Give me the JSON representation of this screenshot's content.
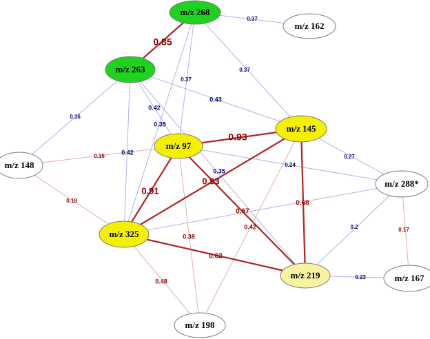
{
  "colors": {
    "green": "#1ed21e",
    "yellow": "#f5f000",
    "light_yellow": "#f8f3a0",
    "white": "#ffffff",
    "strong_edge": "#b22222",
    "weak_red_edge": "#e6a3a3",
    "weak_blue_edge": "#a9a9e6",
    "red_label": "#8b0000",
    "blue_label": "#000080"
  },
  "nodes": [
    {
      "id": "n268",
      "label": "m/z 268",
      "fill": "green"
    },
    {
      "id": "n162",
      "label": "m/z 162",
      "fill": "white"
    },
    {
      "id": "n263",
      "label": "m/z 263",
      "fill": "green"
    },
    {
      "id": "n145",
      "label": "m/z 145",
      "fill": "yellow"
    },
    {
      "id": "n97",
      "label": "m/z 97",
      "fill": "yellow"
    },
    {
      "id": "n148",
      "label": "m/z 148",
      "fill": "white"
    },
    {
      "id": "n288",
      "label": "m/z 288*",
      "fill": "white"
    },
    {
      "id": "n325",
      "label": "m/z 325",
      "fill": "yellow"
    },
    {
      "id": "n219",
      "label": "m/z 219",
      "fill": "light_yellow"
    },
    {
      "id": "n167",
      "label": "m/z 167",
      "fill": "white"
    },
    {
      "id": "n198",
      "label": "m/z 198",
      "fill": "white"
    }
  ],
  "edges": [
    {
      "from": "n268",
      "to": "n263",
      "label": "0.85",
      "style": "strong"
    },
    {
      "from": "n268",
      "to": "n162",
      "label": "0.37",
      "style": "blue"
    },
    {
      "from": "n268",
      "to": "n145",
      "label": "0.37",
      "style": "blue"
    },
    {
      "from": "n268",
      "to": "n97",
      "label": "0.37",
      "style": "blue"
    },
    {
      "from": "n268",
      "to": "n325",
      "label": "",
      "style": "blue"
    },
    {
      "from": "n263",
      "to": "n145",
      "label": "0.43",
      "style": "blue"
    },
    {
      "from": "n263",
      "to": "n97",
      "label": "0.42",
      "style": "blue"
    },
    {
      "from": "n263",
      "to": "n148",
      "label": "0.16",
      "style": "blue"
    },
    {
      "from": "n263",
      "to": "n325",
      "label": "0.42",
      "style": "blue"
    },
    {
      "from": "n263",
      "to": "n219",
      "label": "0.35",
      "style": "blue"
    },
    {
      "from": "n97",
      "to": "n145",
      "label": "0.93",
      "style": "strong"
    },
    {
      "from": "n97",
      "to": "n325",
      "label": "0.91",
      "style": "strong"
    },
    {
      "from": "n97",
      "to": "n219",
      "label": "0.67",
      "style": "strong"
    },
    {
      "from": "n97",
      "to": "n148",
      "label": "0.16",
      "style": "red"
    },
    {
      "from": "n97",
      "to": "n288",
      "label": "0.35",
      "style": "blue"
    },
    {
      "from": "n97",
      "to": "n198",
      "label": "0.38",
      "style": "red"
    },
    {
      "from": "n145",
      "to": "n325",
      "label": "0.93",
      "style": "strong"
    },
    {
      "from": "n145",
      "to": "n219",
      "label": "0.68",
      "style": "strong"
    },
    {
      "from": "n145",
      "to": "n288",
      "label": "0.27",
      "style": "blue"
    },
    {
      "from": "n145",
      "to": "n198",
      "label": "0.42",
      "style": "red"
    },
    {
      "from": "n148",
      "to": "n325",
      "label": "0.18",
      "style": "red"
    },
    {
      "from": "n325",
      "to": "n219",
      "label": "0.62",
      "style": "strong"
    },
    {
      "from": "n325",
      "to": "n198",
      "label": "0.48",
      "style": "red"
    },
    {
      "from": "n288",
      "to": "n219",
      "label": "0.2",
      "style": "blue"
    },
    {
      "from": "n288",
      "to": "n167",
      "label": "0.17",
      "style": "red"
    },
    {
      "from": "n219",
      "to": "n167",
      "label": "0.23",
      "style": "blue"
    },
    {
      "from": "n325",
      "to": "n288",
      "label": "0.24",
      "style": "blue"
    }
  ]
}
